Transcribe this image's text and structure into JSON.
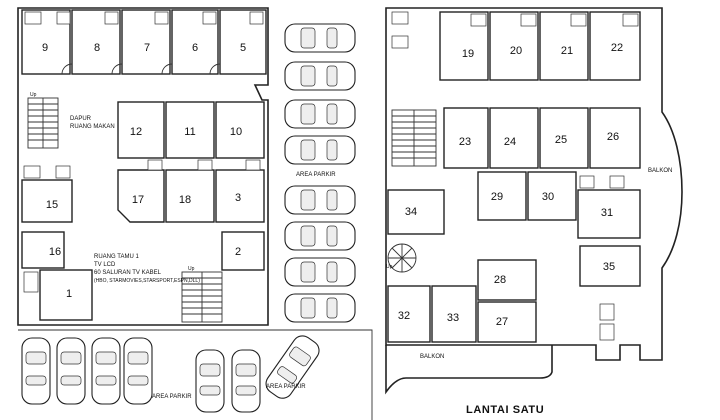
{
  "floor_title": "LANTAI SATU",
  "labels": {
    "area_parkir_right": "AREA PARKIR",
    "area_parkir_bottom1": "AREA PARKIR",
    "area_parkir_bottom2": "AREA PARKIR",
    "dapur_1": "DAPUR",
    "dapur_2": "RUANG MAKAN",
    "tamu_1": "RUANG TAMU 1",
    "tamu_2": "TV LCD",
    "tamu_3": "60 SALURAN TV KABEL",
    "tamu_4": "(HBO, STARMOVIES,STARSPORT,ESPN,DLL)",
    "balkon_right": "BALKON",
    "balkon_bottom": "BALKON",
    "up_left1": "Up",
    "up_left2": "Up",
    "up_right": "Up"
  },
  "rooms_ground": [
    "9",
    "8",
    "7",
    "6",
    "5",
    "12",
    "11",
    "10",
    "17",
    "18",
    "3",
    "15",
    "16",
    "1",
    "2"
  ],
  "rooms_upper": [
    "19",
    "20",
    "21",
    "22",
    "23",
    "24",
    "25",
    "26",
    "29",
    "30",
    "31",
    "34",
    "28",
    "35",
    "32",
    "33",
    "27"
  ]
}
